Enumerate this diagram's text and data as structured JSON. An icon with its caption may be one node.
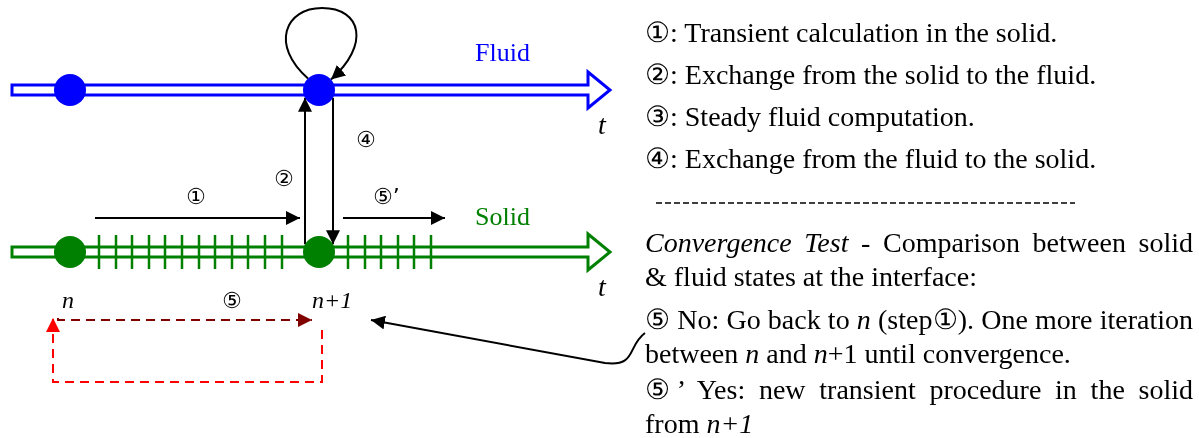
{
  "diagram": {
    "nodes": [
      {
        "text": [],
        "shape": "circle"
      },
      {
        "text": [],
        "shape": "circle"
      },
      {
        "text": [],
        "shape": "circle"
      },
      {
        "text": [],
        "shape": "circle"
      },
      {
        "text": [
          "n"
        ]
      },
      {
        "text": [
          "n+1"
        ]
      },
      {
        "text": [
          "⑤ No: Go back to *n* (step①). One more iteration between *n* and *n*+1 until convergence."
        ]
      }
    ],
    "edges": [
      {
        "from": 3,
        "to": 1,
        "arrow": "to",
        "label": "②"
      },
      {
        "from": 1,
        "to": 3,
        "arrow": "to",
        "label": "④"
      },
      {
        "from": 1,
        "to": 1,
        "arrow": "to"
      },
      {
        "from": 4,
        "to": 5,
        "arrow": "to",
        "label": "⑤",
        "style": "dashed",
        "color": "#800000"
      },
      {
        "from": 5,
        "to": 4,
        "arrow": "to",
        "style": "dashed",
        "color": "#ff0000"
      },
      {
        "from": 6,
        "to": 5,
        "arrow": "to"
      }
    ],
    "labels": [
      "Fluid",
      "t",
      "①",
      "⑤’",
      "Solid",
      "t",
      "①: Transient calculation in the solid.",
      "②: Exchange from the solid to the fluid.",
      "③: Steady fluid computation.",
      "④: Exchange from the fluid to the solid.",
      "*Convergence Test* - Comparison between solid & fluid states at the interface:",
      "⑤’ Yes: new transient procedure in the solid from *n+1*"
    ]
  }
}
